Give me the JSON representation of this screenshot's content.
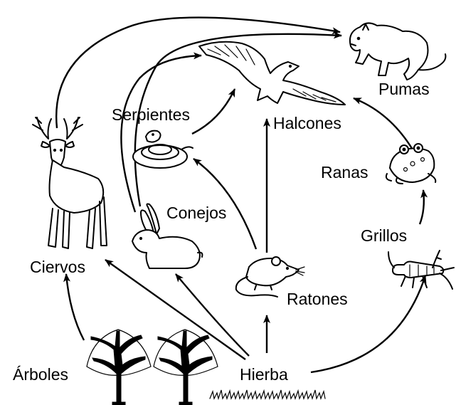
{
  "labels": {
    "pumas": "Pumas",
    "halcones": "Halcones",
    "serpientes": "Serpientes",
    "ciervos": "Ciervos",
    "conejos": "Conejos",
    "ranas": "Ranas",
    "grillos": "Grillos",
    "ratones": "Ratones",
    "arboles": "Árboles",
    "hierba": "Hierba"
  },
  "icons": {
    "pumas": "puma-icon",
    "halcones": "hawk-icon",
    "serpientes": "snake-icon",
    "ciervos": "deer-icon",
    "conejos": "rabbit-icon",
    "ranas": "frog-icon",
    "grillos": "cricket-icon",
    "ratones": "mouse-icon",
    "arboles": "trees-icon",
    "hierba": "grass-icon"
  },
  "links": [
    {
      "from": "arboles",
      "to": "ciervos"
    },
    {
      "from": "hierba",
      "to": "ciervos"
    },
    {
      "from": "hierba",
      "to": "conejos"
    },
    {
      "from": "hierba",
      "to": "ratones"
    },
    {
      "from": "hierba",
      "to": "grillos"
    },
    {
      "from": "grillos",
      "to": "ranas"
    },
    {
      "from": "ranas",
      "to": "halcones"
    },
    {
      "from": "ratones",
      "to": "halcones"
    },
    {
      "from": "ratones",
      "to": "serpientes"
    },
    {
      "from": "serpientes",
      "to": "halcones"
    },
    {
      "from": "conejos",
      "to": "halcones"
    },
    {
      "from": "conejos",
      "to": "pumas"
    },
    {
      "from": "ciervos",
      "to": "pumas"
    }
  ]
}
